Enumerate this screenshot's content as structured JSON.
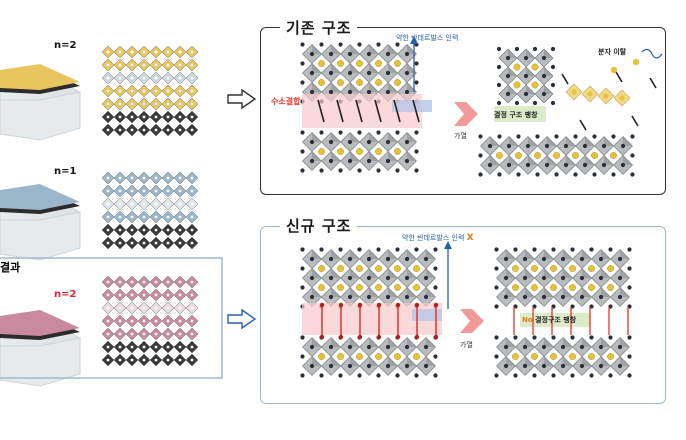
{
  "left": {
    "films": [
      {
        "label": "n=2",
        "color": "#e7c65f"
      },
      {
        "label": "n=1",
        "color": "#9ab6c8"
      },
      {
        "label": "n=2",
        "color": "#c98aa0"
      }
    ],
    "result_label": "결과"
  },
  "panel_old": {
    "title": "기존 구조",
    "weak_vdw": "약한 반데르발스 인력",
    "hbond": "수소결합",
    "heat": "가열",
    "expansion": "결정 구조 팽창",
    "detach": "분자 이탈"
  },
  "panel_new": {
    "title": "신규 구조",
    "weak_vdw": "약한 반데르발스 인력",
    "weak_vdw_x": "X",
    "heat": "가열",
    "no_expansion_no": "No",
    "no_expansion": "결정구조 팽창"
  },
  "colors": {
    "frame": "#333333",
    "frame_new": "#9fb8d2",
    "red": "#e0342b",
    "blue_text": "#2a5fa8",
    "orange": "#e07b16",
    "gold": "#e6c23a",
    "green_box": "#dcebc9"
  }
}
